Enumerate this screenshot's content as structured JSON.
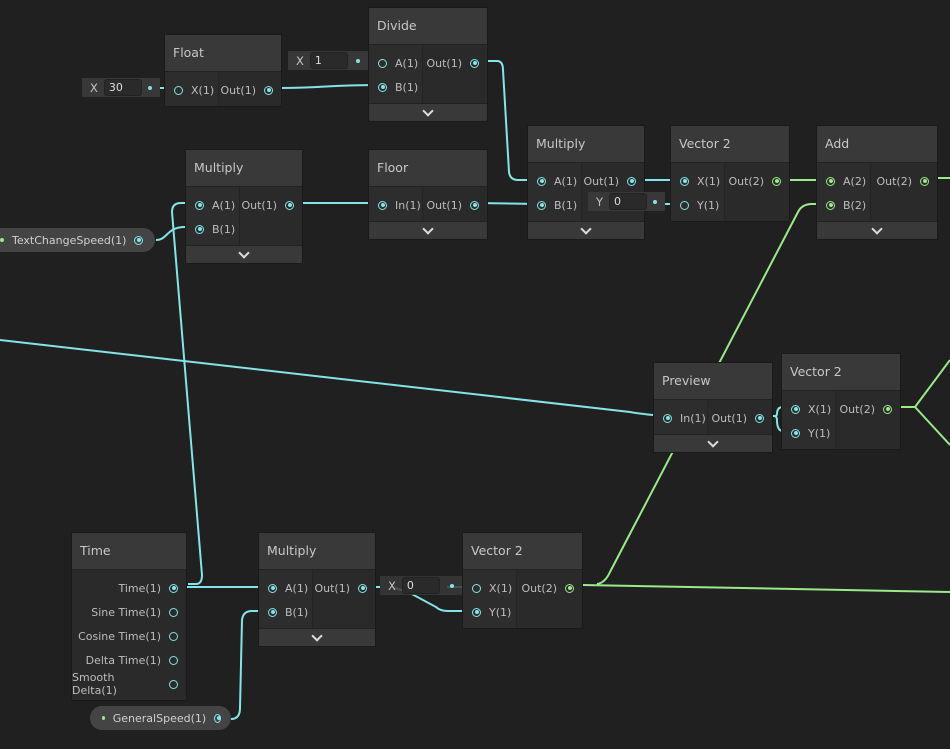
{
  "colors": {
    "float_wire": "#84e4e7",
    "vector2_wire": "#9be98a",
    "background": "#202020"
  },
  "nodes": {
    "float": {
      "title": "Float",
      "inputs": [
        {
          "label": "X(1)",
          "connected": false
        }
      ],
      "outputs": [
        {
          "label": "Out(1)"
        }
      ],
      "expand": false
    },
    "divide": {
      "title": "Divide",
      "inputs": [
        {
          "label": "A(1)",
          "connected": false
        },
        {
          "label": "B(1)",
          "connected": true
        }
      ],
      "outputs": [
        {
          "label": "Out(1)"
        }
      ],
      "expand": true
    },
    "multiply1": {
      "title": "Multiply",
      "inputs": [
        {
          "label": "A(1)",
          "connected": true
        },
        {
          "label": "B(1)",
          "connected": true
        }
      ],
      "outputs": [
        {
          "label": "Out(1)"
        }
      ],
      "expand": true
    },
    "floor": {
      "title": "Floor",
      "inputs": [
        {
          "label": "In(1)",
          "connected": true
        }
      ],
      "outputs": [
        {
          "label": "Out(1)"
        }
      ],
      "expand": true
    },
    "multiply2": {
      "title": "Multiply",
      "inputs": [
        {
          "label": "A(1)",
          "connected": true
        },
        {
          "label": "B(1)",
          "connected": true
        }
      ],
      "outputs": [
        {
          "label": "Out(1)"
        }
      ],
      "expand": true
    },
    "vector2_top": {
      "title": "Vector 2",
      "inputs": [
        {
          "label": "X(1)",
          "connected": true
        },
        {
          "label": "Y(1)",
          "connected": false
        }
      ],
      "outputs": [
        {
          "label": "Out(2)",
          "green": true
        }
      ],
      "expand": false
    },
    "add": {
      "title": "Add",
      "inputs": [
        {
          "label": "A(2)",
          "connected": true,
          "green": true
        },
        {
          "label": "B(2)",
          "connected": true,
          "green": true
        }
      ],
      "outputs": [
        {
          "label": "Out(2)",
          "green": true
        }
      ],
      "expand": true
    },
    "preview": {
      "title": "Preview",
      "inputs": [
        {
          "label": "In(1)",
          "connected": true
        }
      ],
      "outputs": [
        {
          "label": "Out(1)"
        }
      ],
      "expand": true
    },
    "vector2_mid": {
      "title": "Vector 2",
      "inputs": [
        {
          "label": "X(1)",
          "connected": true
        },
        {
          "label": "Y(1)",
          "connected": true
        }
      ],
      "outputs": [
        {
          "label": "Out(2)",
          "green": true
        }
      ],
      "expand": false
    },
    "time": {
      "title": "Time",
      "inputs": [],
      "outputs": [
        {
          "label": "Time(1)",
          "connected": true
        },
        {
          "label": "Sine Time(1)",
          "connected": false
        },
        {
          "label": "Cosine Time(1)",
          "connected": false
        },
        {
          "label": "Delta Time(1)",
          "connected": false
        },
        {
          "label": "Smooth Delta(1)",
          "connected": false
        }
      ],
      "expand": false
    },
    "multiply3": {
      "title": "Multiply",
      "inputs": [
        {
          "label": "A(1)",
          "connected": true
        },
        {
          "label": "B(1)",
          "connected": true
        }
      ],
      "outputs": [
        {
          "label": "Out(1)"
        }
      ],
      "expand": true
    },
    "vector2_bottom": {
      "title": "Vector 2",
      "inputs": [
        {
          "label": "X(1)",
          "connected": false
        },
        {
          "label": "Y(1)",
          "connected": true
        }
      ],
      "outputs": [
        {
          "label": "Out(2)",
          "green": true
        }
      ],
      "expand": false
    }
  },
  "fields": {
    "float_x": {
      "label": "X",
      "value": "30"
    },
    "divide_a": {
      "label": "X",
      "value": "1"
    },
    "vector2_top_y": {
      "label": "Y",
      "value": "0"
    },
    "vector2_bottom_x": {
      "label": "X",
      "value": "0"
    }
  },
  "properties": {
    "text_change_speed": {
      "label": "TextChangeSpeed(1)"
    },
    "general_speed": {
      "label": "GeneralSpeed(1)"
    }
  }
}
